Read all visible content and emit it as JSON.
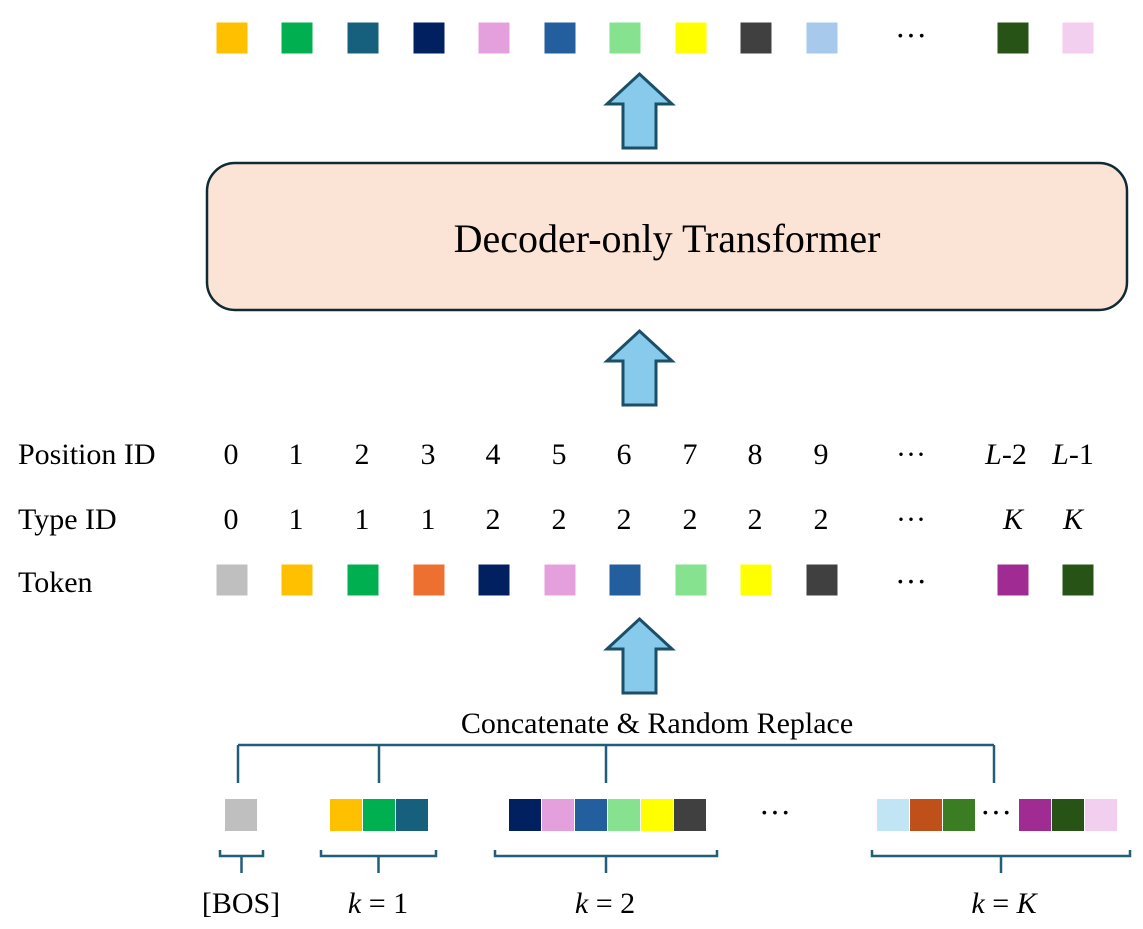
{
  "transformer": {
    "label": "Decoder-only Transformer"
  },
  "output_tokens": {
    "colors": [
      "#FFC000",
      "#00B050",
      "#17607D",
      "#002060",
      "#E4A0DC",
      "#235E9E",
      "#86E28E",
      "#FFFF00",
      "#404040",
      "#A7C9EC"
    ],
    "tail_colors": [
      "#275317",
      "#F2CEEF"
    ],
    "ellipsis": "···"
  },
  "position_id": {
    "label": "Position ID",
    "values": [
      "0",
      "1",
      "2",
      "3",
      "4",
      "5",
      "6",
      "7",
      "8",
      "9"
    ],
    "ellipsis": "···",
    "tail": [
      {
        "var": "L",
        "suffix": "-2"
      },
      {
        "var": "L",
        "suffix": "-1"
      }
    ]
  },
  "type_id": {
    "label": "Type ID",
    "values": [
      "0",
      "1",
      "1",
      "1",
      "2",
      "2",
      "2",
      "2",
      "2",
      "2"
    ],
    "ellipsis": "···",
    "tail": [
      "K",
      "K"
    ]
  },
  "token_row": {
    "label": "Token",
    "colors": [
      "#BFBFBF",
      "#FFC000",
      "#00B050",
      "#ED7031",
      "#002060",
      "#E4A0DC",
      "#235E9E",
      "#86E28E",
      "#FFFF00",
      "#404040"
    ],
    "tail_colors": [
      "#A02B93",
      "#275317"
    ],
    "ellipsis": "···"
  },
  "concat": {
    "label": "Concatenate & Random Replace"
  },
  "groups": [
    {
      "name": "bos",
      "label": "[BOS]",
      "colors": [
        "#BFBFBF"
      ]
    },
    {
      "name": "k1",
      "label_var": "k",
      "label_rest": " = 1",
      "colors": [
        "#FFC000",
        "#00B050",
        "#17607D"
      ]
    },
    {
      "name": "k2",
      "label_var": "k",
      "label_rest": " = 2",
      "colors": [
        "#002060",
        "#E4A0DC",
        "#235E9E",
        "#86E28E",
        "#FFFF00",
        "#404040"
      ]
    },
    {
      "name": "kK",
      "label_var": "k",
      "label_rest": " = ",
      "label_var2": "K",
      "colors_left": [
        "#C1E5F5",
        "#C0501A",
        "#3A7D22"
      ],
      "colors_right": [
        "#A02B93",
        "#275317",
        "#F2CEEF"
      ]
    }
  ],
  "groups_ellipsis": "···",
  "colors": {
    "arrow_fill": "#87CAEB",
    "arrow_stroke": "#1B4F66",
    "box_fill": "#FBE3D6",
    "box_stroke": "#0F2A33",
    "bracket": "#215F79"
  }
}
